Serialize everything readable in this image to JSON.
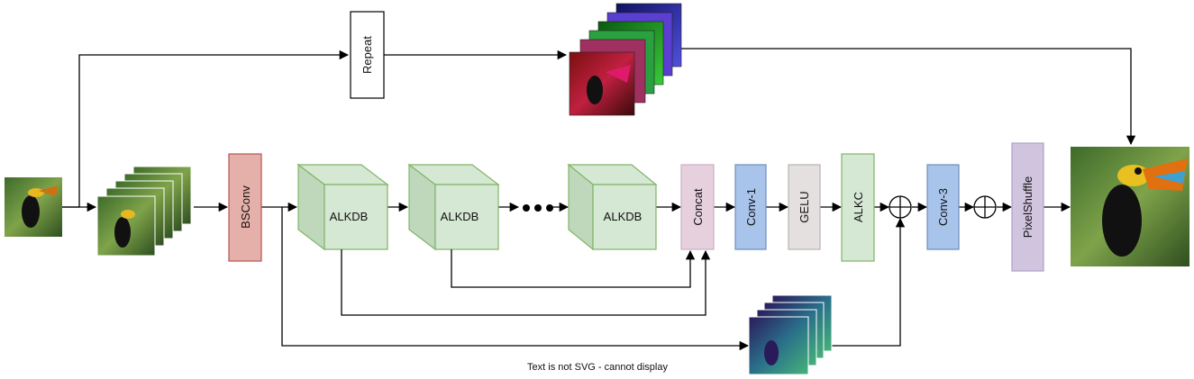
{
  "repeat": "Repeat",
  "bsconv": "BSConv",
  "alkdb": [
    "ALKDB",
    "ALKDB",
    "ALKDB"
  ],
  "concat": "Concat",
  "conv1": "Conv-1",
  "gelu": "GELU",
  "alkc": "ALKC",
  "conv3": "Conv-3",
  "pixelshuffle": "PixelShuffle",
  "footer_note": "Text is not SVG - cannot display",
  "colors": {
    "bsconv_fill": "#E6B0AA",
    "bsconv_stroke": "#B85450",
    "block_fill": "#D5E8D4",
    "block_side": "#BFD8BC",
    "block_stroke": "#82B366",
    "concat_fill": "#E6D0DE",
    "concat_stroke": "#C9B0C0",
    "conv_fill": "#A9C4EB",
    "conv_stroke": "#6C8EBF",
    "gelu_fill": "#E5E0E0",
    "gelu_stroke": "#B9B0B0",
    "pixel_fill": "#D0C4DE",
    "pixel_stroke": "#B0A0C8"
  }
}
